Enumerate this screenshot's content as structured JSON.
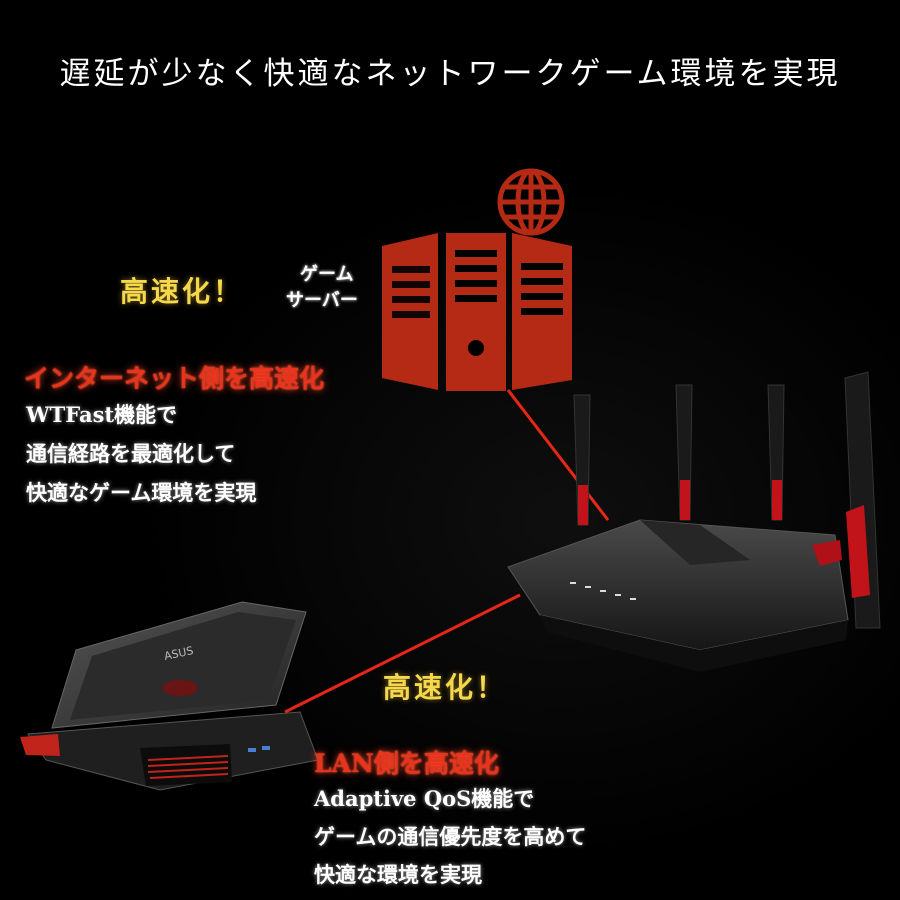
{
  "headline": "遅延が少なく快適なネットワークゲーム環境を実現",
  "server_tag": "高速化！",
  "server_caption": [
    "ゲーム",
    "サーバー"
  ],
  "internet_section": {
    "heading": "インターネット側を高速化",
    "lines": [
      "WTFast機能で",
      "通信経路を最適化して",
      "快適なゲーム環境を実現"
    ]
  },
  "lan_tag": "高速化！",
  "lan_section": {
    "heading": "LAN側を高速化",
    "lines": [
      "Adaptive QoS機能で",
      "ゲームの通信優先度を高めて",
      "快適な環境を実現"
    ]
  },
  "laptop_logo": "ASUS",
  "colors": {
    "server_red": "#b52a14",
    "accent_red": "#e8341c",
    "tag_yellow": "#f5d84c"
  }
}
